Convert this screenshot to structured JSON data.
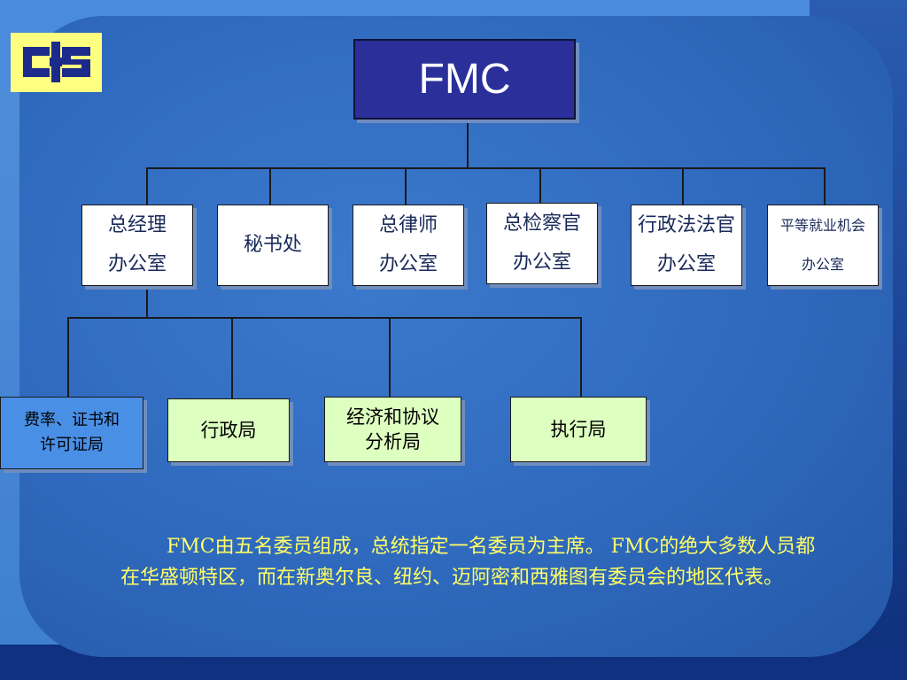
{
  "root": {
    "label": "FMC"
  },
  "tier1": [
    {
      "line1": "总经理",
      "line2": "办公室"
    },
    {
      "line1": "秘书处",
      "line2": ""
    },
    {
      "line1": "总律师",
      "line2": "办公室"
    },
    {
      "line1": "总检察官",
      "line2": "办公室"
    },
    {
      "line1": "行政法法官",
      "line2": "办公室"
    },
    {
      "line1": "平等就业机会",
      "line2": "办公室"
    }
  ],
  "tier2": [
    {
      "line1": "费率、证书和",
      "line2": "许可证局"
    },
    {
      "line1": "行政局",
      "line2": ""
    },
    {
      "line1": "经济和协议",
      "line2": "分析局"
    },
    {
      "line1": "执行局",
      "line2": ""
    }
  ],
  "note": "FMC由五名委员组成，总统指定一名委员为主席。 FMC的绝大多数人员都在华盛顿特区，而在新奥尔良、纽约、迈阿密和西雅图有委员会的地区代表。",
  "colors": {
    "root_fill": "#2a2f9a",
    "tier2_green": "#ddffc0",
    "tier2_blue": "#4a8fe6",
    "note_text": "#ffff66",
    "logo_bg": "#ffff80",
    "logo_mark": "#1c2a8c"
  },
  "icons": {
    "logo": "cs-logo"
  }
}
